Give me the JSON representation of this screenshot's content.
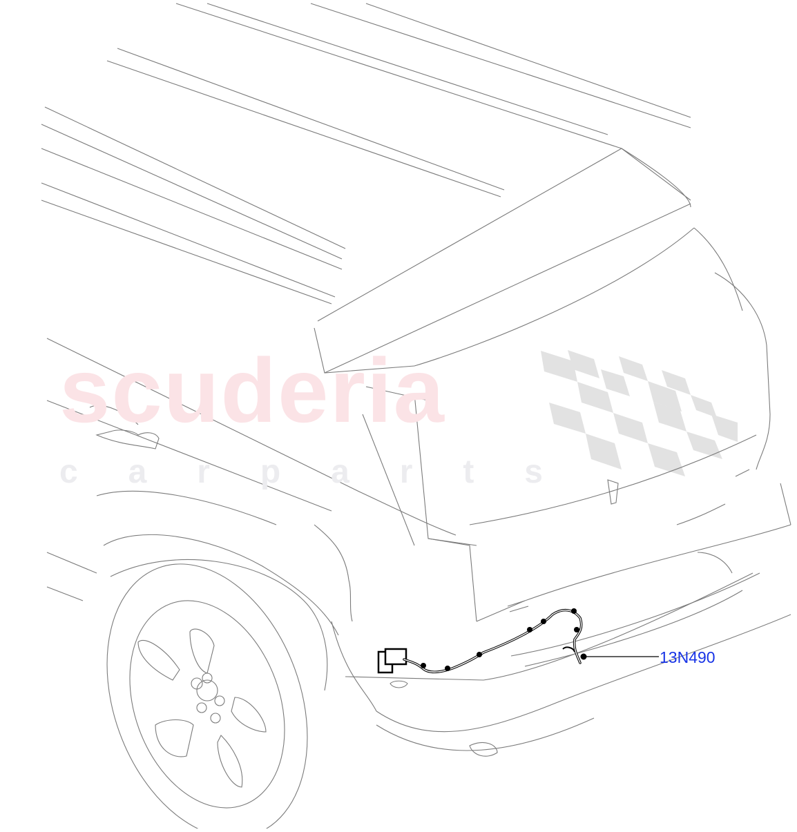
{
  "diagram": {
    "subject": "Rear bumper wiring harness, vehicle rear three-quarter view",
    "callouts": [
      {
        "id": "callout-1",
        "label": "13N490",
        "color": "#1733e6"
      }
    ]
  },
  "watermark": {
    "main": "scuderia",
    "sub_letters": [
      "c",
      "a",
      "r",
      "p",
      "a",
      "r",
      "t",
      "s"
    ],
    "main_color": "#fbe3e6",
    "sub_color": "#ececef"
  }
}
